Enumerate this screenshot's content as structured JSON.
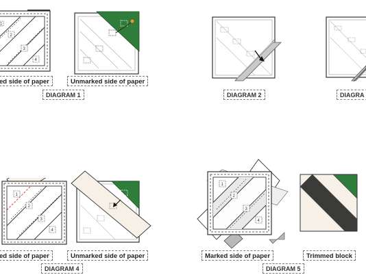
{
  "labels": {
    "marked_side_1": "ed side of paper",
    "unmarked_side_1": "Unmarked side of paper",
    "marked_side_4": "ed side of paper",
    "unmarked_side_4": "Unmarked side of paper",
    "marked_side_5": "Marked side of paper",
    "trimmed_block": "Trimmed block"
  },
  "captions": {
    "diagram_1": "DIAGRAM 1",
    "diagram_2": "DIAGRAM 2",
    "diagram_3": "DIAGRA",
    "diagram_4": "DIAGRAM 4",
    "diagram_5": "DIAGRAM 5"
  },
  "piece_numbers": {
    "d1": [
      "1",
      "2",
      "3",
      "4"
    ],
    "d4": [
      "1",
      "2",
      "3",
      "4"
    ],
    "d5": [
      "1",
      "2",
      "3",
      "4"
    ]
  },
  "colors": {
    "green": "#2f7d3b",
    "dark": "#3b3b39",
    "cream": "#f6f0e6",
    "gray_fabric": "#b9b9b9",
    "line": "#333333",
    "orange_pin": "#e59a2c",
    "red_line": "#d8322a"
  }
}
